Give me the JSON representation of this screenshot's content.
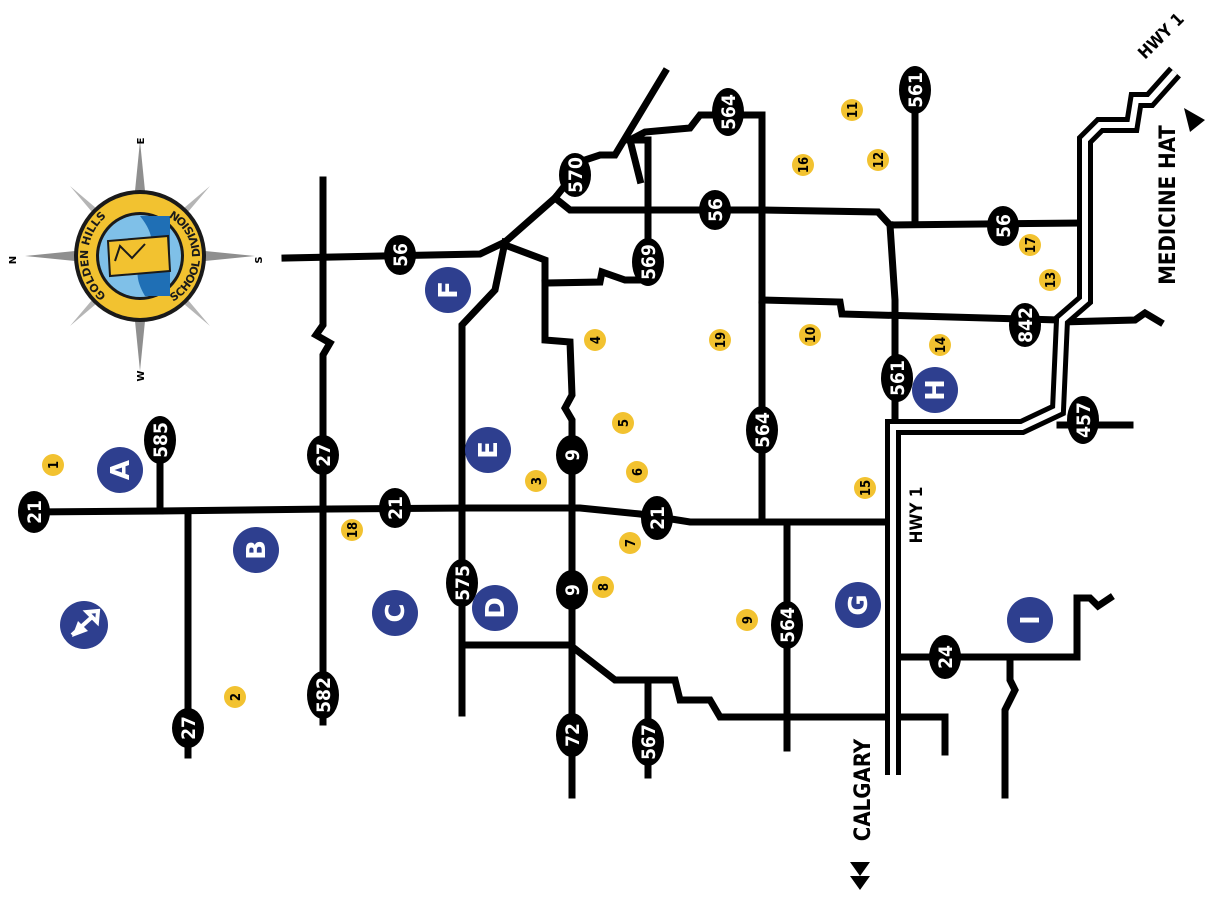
{
  "map": {
    "hwy_labels": {
      "hwy1_south": "HWY 1",
      "hwy1_north": "HWY 1",
      "calgary": "CALGARY",
      "medicine_hat": "MEDICINE HAT"
    },
    "compass": {
      "logo_top": "GOLDEN HILLS",
      "logo_bottom": "SCHOOL DIVISION",
      "n": "N",
      "e": "E",
      "s": "S",
      "w": "W"
    },
    "highway_shields": [
      {
        "id": "h21a",
        "label": "21"
      },
      {
        "id": "h585",
        "label": "585"
      },
      {
        "id": "h27a",
        "label": "27"
      },
      {
        "id": "h27b",
        "label": "27"
      },
      {
        "id": "h21b",
        "label": "21"
      },
      {
        "id": "h582",
        "label": "582"
      },
      {
        "id": "h56a",
        "label": "56"
      },
      {
        "id": "h575",
        "label": "575"
      },
      {
        "id": "h9a",
        "label": "9"
      },
      {
        "id": "h9b",
        "label": "9"
      },
      {
        "id": "h72",
        "label": "72"
      },
      {
        "id": "h567",
        "label": "567"
      },
      {
        "id": "h21c",
        "label": "21"
      },
      {
        "id": "h564a",
        "label": "564"
      },
      {
        "id": "h564b",
        "label": "564"
      },
      {
        "id": "h564c",
        "label": "564"
      },
      {
        "id": "h570",
        "label": "570"
      },
      {
        "id": "h569",
        "label": "569"
      },
      {
        "id": "h56b",
        "label": "56"
      },
      {
        "id": "h561a",
        "label": "561"
      },
      {
        "id": "h561b",
        "label": "561"
      },
      {
        "id": "h56c",
        "label": "56"
      },
      {
        "id": "h842",
        "label": "842"
      },
      {
        "id": "h457",
        "label": "457"
      },
      {
        "id": "h24",
        "label": "24"
      }
    ],
    "zones": [
      {
        "id": "zA",
        "label": "A"
      },
      {
        "id": "zB",
        "label": "B"
      },
      {
        "id": "zC",
        "label": "C"
      },
      {
        "id": "zD",
        "label": "D"
      },
      {
        "id": "zE",
        "label": "E"
      },
      {
        "id": "zF",
        "label": "F"
      },
      {
        "id": "zG",
        "label": "G"
      },
      {
        "id": "zH",
        "label": "H"
      },
      {
        "id": "zI",
        "label": "I"
      }
    ],
    "schools": [
      {
        "id": "s1",
        "label": "1"
      },
      {
        "id": "s2",
        "label": "2"
      },
      {
        "id": "s3",
        "label": "3"
      },
      {
        "id": "s4",
        "label": "4"
      },
      {
        "id": "s5",
        "label": "5"
      },
      {
        "id": "s6",
        "label": "6"
      },
      {
        "id": "s7",
        "label": "7"
      },
      {
        "id": "s8",
        "label": "8"
      },
      {
        "id": "s9",
        "label": "9"
      },
      {
        "id": "s10",
        "label": "10"
      },
      {
        "id": "s11",
        "label": "11"
      },
      {
        "id": "s12",
        "label": "12"
      },
      {
        "id": "s13",
        "label": "13"
      },
      {
        "id": "s14",
        "label": "14"
      },
      {
        "id": "s15",
        "label": "15"
      },
      {
        "id": "s16",
        "label": "16"
      },
      {
        "id": "s17",
        "label": "17"
      },
      {
        "id": "s18",
        "label": "18"
      },
      {
        "id": "s19",
        "label": "19"
      }
    ],
    "colors": {
      "zone_fill": "#2e3f8f",
      "school_fill": "#f2c230",
      "road": "#000000",
      "compass_gold": "#f2c230",
      "compass_blue": "#1f6fb5"
    }
  }
}
